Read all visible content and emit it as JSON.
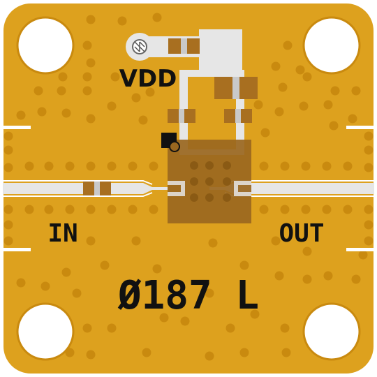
{
  "board": {
    "labels": {
      "vdd": "VDD",
      "input": "IN",
      "output": "OUT",
      "part_number": "Ø187 L"
    },
    "colors": {
      "substrate": "#DDA11E",
      "via": "#C98A0F",
      "trace": "#E6E6E6",
      "component": "#A86F20",
      "component_band": "#C9C9C9",
      "chip": "#9A6720",
      "chip_pad": "#8A5A14",
      "silkscreen": "#111111",
      "background": "#FFFFFF"
    },
    "mounting_holes": 4,
    "capacitors": 5,
    "icons": [
      "ground-symbol",
      "pin1-marker",
      "orientation-dot"
    ]
  }
}
